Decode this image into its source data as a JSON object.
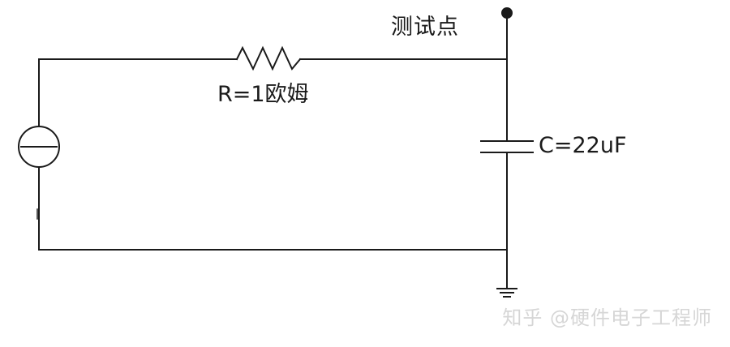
{
  "labels": {
    "test_point": "测试点",
    "resistor": "R=1欧姆",
    "capacitor": "C=22uF"
  },
  "watermark": "知乎 @硬件电子工程师",
  "colors": {
    "wire": "#1a1a1a",
    "text": "#1a1a1a",
    "watermark": "#d6d6d6",
    "background": "#ffffff"
  }
}
